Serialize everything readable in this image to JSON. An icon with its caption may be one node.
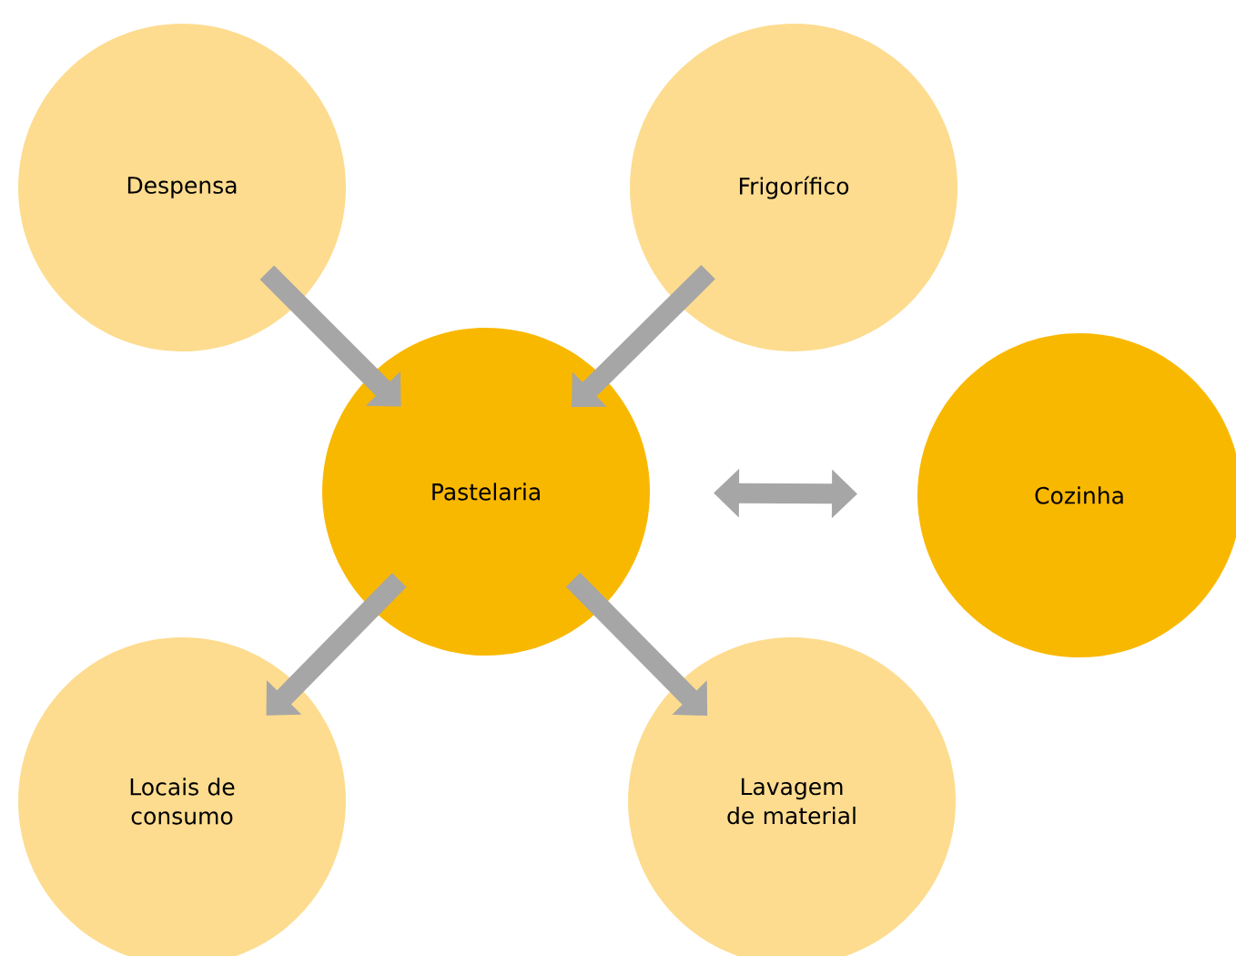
{
  "diagram": {
    "nodes": [
      {
        "text": [
          "Despensa"
        ]
      },
      {
        "text": [
          "Frigorífico"
        ]
      },
      {
        "text": [
          "Pastelaria"
        ]
      },
      {
        "text": [
          "Cozinha"
        ]
      },
      {
        "text": [
          "Locais de consumo"
        ]
      },
      {
        "text": [
          "Lavagem de material"
        ]
      }
    ],
    "edges": [
      {
        "from": 0,
        "to": 2,
        "arrow": "to"
      },
      {
        "from": 1,
        "to": 2,
        "arrow": "to"
      },
      {
        "from": 2,
        "to": 3,
        "arrow": "both"
      },
      {
        "from": 2,
        "to": 4,
        "arrow": "to"
      },
      {
        "from": 2,
        "to": 5,
        "arrow": "to"
      }
    ]
  }
}
